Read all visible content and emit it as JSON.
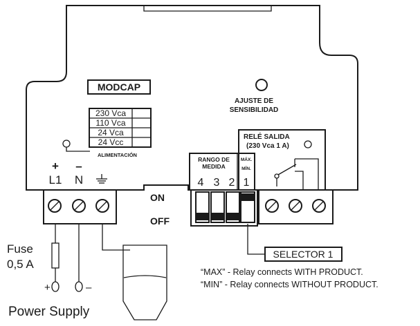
{
  "device": {
    "model_label": "MODCAP",
    "sensitivity_label_line1": "AJUSTE DE",
    "sensitivity_label_line2": "SENSIBILIDAD",
    "voltages": [
      "230 Vca",
      "110 Vca",
      "24 Vca",
      "24 Vcc"
    ],
    "alimentacion_label": "ALIMENTACIÓN",
    "relay_title_line1": "RELÉ SALIDA",
    "relay_title_line2": "(230 Vca 1 A)",
    "range_label_line1": "RANGO DE",
    "range_label_line2": "MEDIDA",
    "range_numbers": [
      "4",
      "3",
      "2"
    ],
    "max_label": "MÁX.",
    "min_label": "MÍN.",
    "selector_number": "1",
    "terminal_plus_sign": "+",
    "terminal_minus_sign": "–",
    "terminal_l1": "L1",
    "terminal_n": "N",
    "on_label": "ON",
    "off_label": "OFF"
  },
  "annotations": {
    "fuse_line1": "Fuse",
    "fuse_line2": "0,5 A",
    "power_supply": "Power Supply",
    "ps_plus": "+",
    "ps_minus": "–",
    "selector_callout": "SELECTOR 1",
    "max_note": "“MAX” - Relay connects WITH PRODUCT.",
    "min_note": "“MIN” - Relay connects WITHOUT PRODUCT."
  },
  "colors": {
    "ink": "#1a1a1a",
    "background": "#ffffff",
    "switch_fill": "#1a1a1a"
  }
}
